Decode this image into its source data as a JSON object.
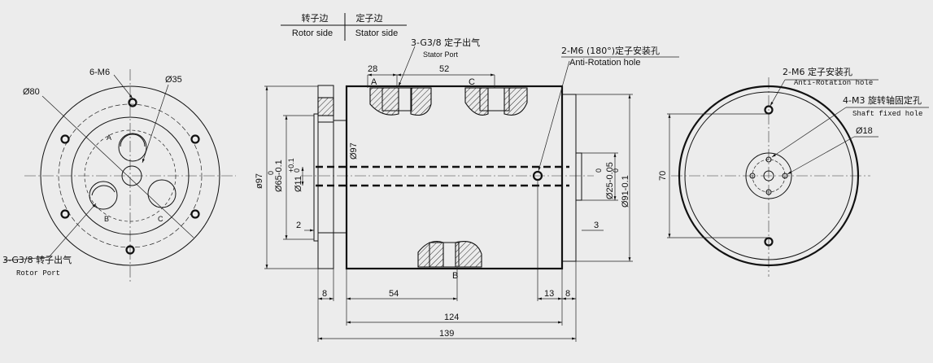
{
  "header": {
    "rotor_side_cn": "转子边",
    "stator_side_cn": "定子边",
    "rotor_side_en": "Rotor side",
    "stator_side_en": "Stator side"
  },
  "left_view": {
    "bolt_holes": "6-M6",
    "outer_diameter": "Ø80",
    "inner_diameter": "Ø35",
    "port_a": "A",
    "port_b": "B",
    "port_c": "C",
    "rotor_port_cn": "3-G3/8 转子出气",
    "rotor_port_en": "Rotor Port"
  },
  "side_view": {
    "stator_port_cn": "3-G3/8 定子出气",
    "stator_port_en": "Stator Port",
    "anti_rotation_cn": "2-M6 (180°)定子安装孔",
    "anti_rotation_en": "Anti-Rotation hole",
    "dim_28": "28",
    "dim_52": "52",
    "port_a": "A",
    "port_c": "C",
    "port_b": "B",
    "dim_97_outer": "ø97",
    "dim_65": "Ø65-0.1",
    "dim_65_zero": "0",
    "dim_11": "Ø11",
    "dim_11_tol": "+0.1",
    "dim_11_zero": "0",
    "dim_97_inner": "Ø97",
    "dim_25": "Ø25-0.05",
    "dim_25_zero": "0",
    "dim_91": "Ø91-0.1",
    "dim_91_zero": "0",
    "dim_2": "2",
    "dim_3": "3",
    "dim_8_left": "8",
    "dim_54": "54",
    "dim_13": "13",
    "dim_8_right": "8",
    "dim_124": "124",
    "dim_139": "139"
  },
  "right_view": {
    "anti_rotation_cn": "2-M6 定子安装孔",
    "anti_rotation_en": "Anti-Rotation hole",
    "shaft_fixed_cn": "4-M3 旋转轴固定孔",
    "shaft_fixed_en": "Shaft fixed hole",
    "dim_18": "Ø18",
    "dim_70": "70"
  }
}
